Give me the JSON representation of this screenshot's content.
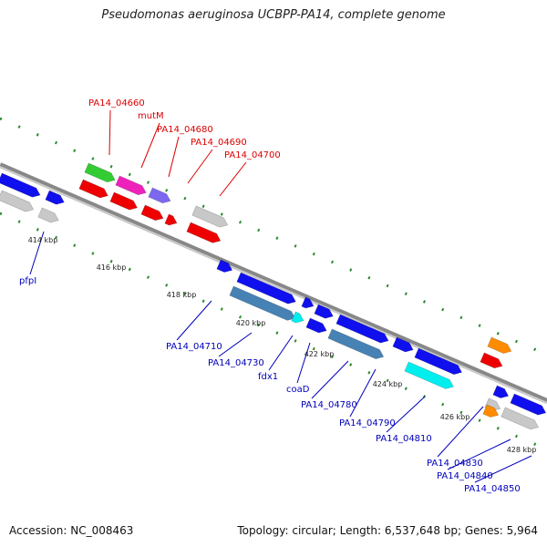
{
  "title": "Pseudomonas aeruginosa UCBPP-PA14, complete genome",
  "footer": {
    "accession": "Accession: NC_008463",
    "topology": "Topology: circular; Length: 6,537,648 bp; Genes: 5,964"
  },
  "colors": {
    "red": "#ee0000",
    "blue": "#1010ee",
    "steel": "#4682b4",
    "gray": "#c8c8c8",
    "green": "#33cc33",
    "magenta": "#ee22bb",
    "purple": "#7b68ee",
    "cyan": "#00eeee",
    "orange": "#ff8c00",
    "red_label": "#dd0000",
    "blue_label": "#0000bb",
    "tick": "#2a8a2a"
  },
  "scale_labels": [
    "414 kbp",
    "416 kbp",
    "418 kbp",
    "420 kbp",
    "422 kbp",
    "424 kbp",
    "426 kbp",
    "428 kbp"
  ],
  "upper_labels": [
    "PA14_04660",
    "mutM",
    "PA14_04680",
    "PA14_04690",
    "PA14_04700"
  ],
  "lower_labels": [
    "pfpI",
    "PA14_04710",
    "PA14_04730",
    "fdx1",
    "coaD",
    "PA14_04780",
    "PA14_04790",
    "PA14_04810",
    "PA14_04830",
    "PA14_04840",
    "PA14_04850"
  ]
}
